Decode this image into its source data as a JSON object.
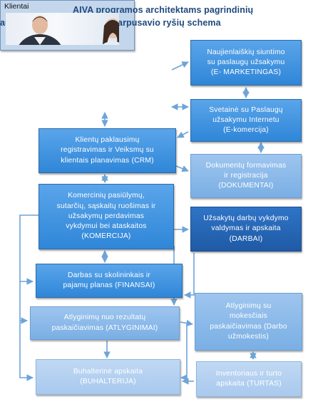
{
  "title_line1": "AIVA programos architektams pagrindinių",
  "title_line2": "automatizuojamų  procesų  tarpusavio  ryšių schema",
  "klientai": "Klientai",
  "boxes": {
    "e_marketingas": [
      "Naujienlaiškių siuntimo",
      "su paslaugų užsakymu",
      "(E- MARKETINGAS)"
    ],
    "e_komercija": [
      "Svetainė su Paslaugų",
      "užsakymu Internetu",
      "(E-komercija)"
    ],
    "crm": [
      "Klientų paklausimų",
      "registravimas ir Veiksmų su",
      "klientais planavimas (CRM)"
    ],
    "dokumentai": [
      "Dokumentų formavimas",
      "ir registracija",
      "(DOKUMENTAI)"
    ],
    "komercija": [
      "Komercinių pasiūlymų,",
      "sutarčių, sąskaitų ruošimas ir",
      "užsakymų perdavimas",
      "vykdymui bei ataskaitos",
      "(KOMERCIJA)"
    ],
    "darbai": [
      "Užsakytų darbų vykdymo",
      "valdymas ir apskaita",
      "(DARBAI)"
    ],
    "finansai": [
      "Darbas su skolininkais ir",
      "pajamų planas (FINANSAI)"
    ],
    "atlyginimai": [
      "Atlyginimų nuo rezultatų",
      "paskaičiavimas (ATLYGINIMAI)"
    ],
    "darbo_uzmokestis": [
      "Atlyginimų su",
      "mokesčiais",
      "paskaičiavimas (Darbo",
      "užmokestis)"
    ],
    "buhalterija": [
      "Buhalterinė apskaita",
      "(BUHALTERIJA)"
    ],
    "turtas": [
      "Inventoriaus ir turto",
      "apskaita (TURTAS)"
    ]
  },
  "colors": {
    "title": "#1f497d",
    "box_blue": "#3a8fde",
    "box_dark": "#1f5aa5",
    "box_light": "#8ab9e9",
    "box_pale": "#b3d0f0",
    "connector": "#6ea4d8"
  }
}
